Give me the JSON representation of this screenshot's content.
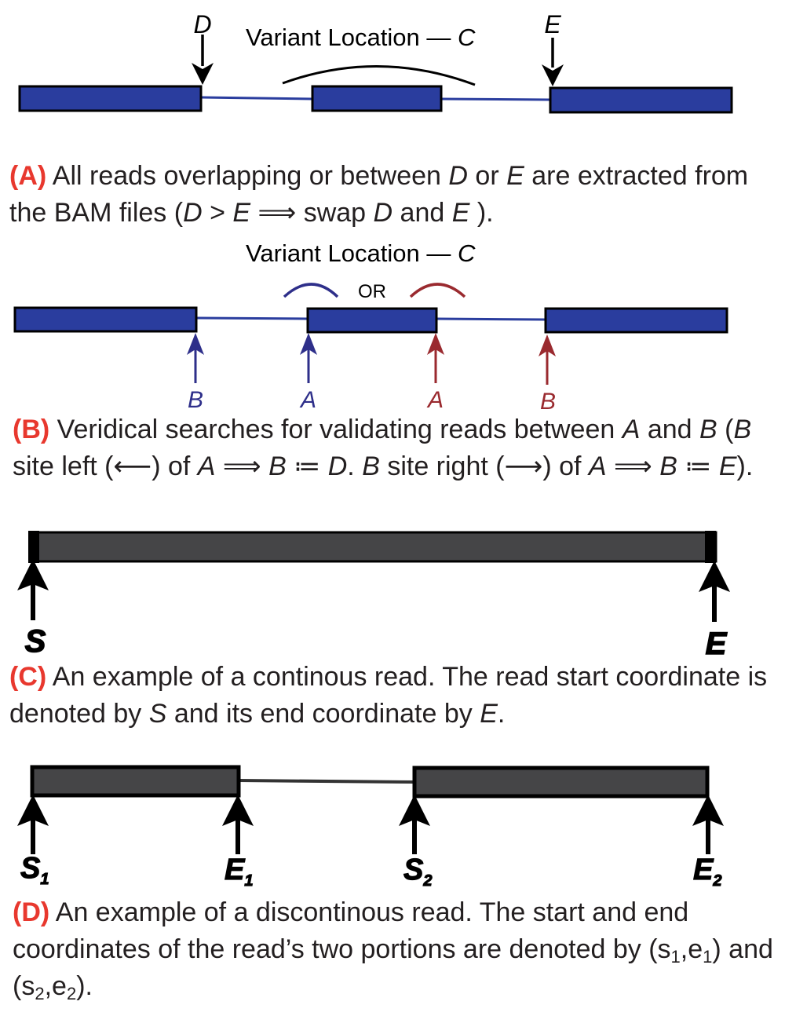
{
  "colors": {
    "exon_blue": "#2a3d9e",
    "read_gray": "#454547",
    "stroke": "#000000",
    "arrow_blue": "#2e2f8a",
    "arrow_red": "#9a2a2f",
    "caption_tag": "#e8382e",
    "text": "#231f20"
  },
  "panelA": {
    "label_d": "D",
    "label_e": "E",
    "variant_label": "Variant Location — ",
    "variant_var": "C"
  },
  "panelB": {
    "variant_label": "Variant Location — ",
    "variant_var": "C",
    "or_label": "OR",
    "label_b_left": "B",
    "label_a_left": "A",
    "label_a_right": "A",
    "label_b_right": "B"
  },
  "panelC": {
    "label_s": "S",
    "label_e": "E"
  },
  "panelD": {
    "label_s": "S",
    "label_s1_sub": "1",
    "label_e": "E",
    "label_e1_sub": "1",
    "label_s2_sub": "2",
    "label_e2_sub": "2"
  },
  "captions": {
    "a": {
      "tag": "(A)",
      "t1": " All reads overlapping or between ",
      "v1": "D",
      "t2": " or ",
      "v2": "E",
      "t3": " are extracted from the BAM files (",
      "v3": "D",
      "t4": " > ",
      "v4": "E",
      "t5": " ⟹ swap ",
      "v5": "D",
      "t6": " and ",
      "v6": "E",
      "t7": " )."
    },
    "b": {
      "tag": "(B)",
      "t1": " Veridical searches for validating reads between ",
      "v1": "A",
      "t2": " and ",
      "v2": "B",
      "t3": "  (",
      "v3": "B",
      "t4": " site left  (⟵)  of ",
      "v4": "A",
      "t5": "  ⟹  ",
      "v5": "B",
      "t6": " ≔ ",
      "v6": "D",
      "t7": ".  ",
      "v7": "B",
      "t8": " site right (⟶) of ",
      "v8": "A",
      "t9": " ⟹ ",
      "v9": "B",
      "t10": " ≔ ",
      "v10": "E",
      "t11": ")."
    },
    "c": {
      "tag": "(C)",
      "t1": " An example of a continous read. The  read start coordinate is denoted by ",
      "v1": "S",
      "t2": " and its end coordinate by ",
      "v2": "E",
      "t3": "."
    },
    "d": {
      "tag": "(D)",
      "t1": " An example of a discontinous read. The start and end coordinates of the read’s two portions are denoted by (s",
      "s1": "1",
      "t2": ",e",
      "s2": "1",
      "t3": ") and (s",
      "s3": "2",
      "t4": ",e",
      "s4": "2",
      "t5": ")."
    }
  }
}
